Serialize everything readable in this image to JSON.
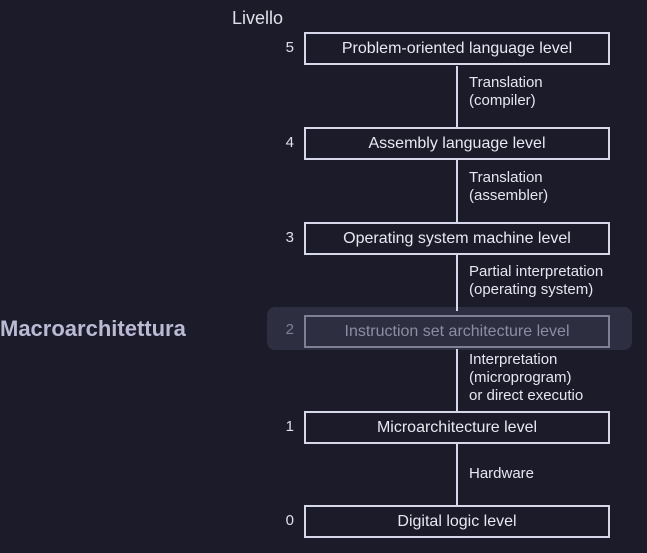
{
  "header": {
    "axis_label": "Livello"
  },
  "highlight": {
    "label": "Macroarchitettura",
    "level": "2"
  },
  "levels": [
    {
      "number": "5",
      "name": "Problem-oriented language level"
    },
    {
      "number": "4",
      "name": "Assembly language level"
    },
    {
      "number": "3",
      "name": "Operating system machine level"
    },
    {
      "number": "2",
      "name": "Instruction set architecture level"
    },
    {
      "number": "1",
      "name": "Microarchitecture level"
    },
    {
      "number": "0",
      "name": "Digital logic level"
    }
  ],
  "transitions": [
    {
      "text": "Translation\n(compiler)"
    },
    {
      "text": "Translation\n(assembler)"
    },
    {
      "text": "Partial interpretation\n(operating system)"
    },
    {
      "text": "Interpretation\n(microprogram)\nor direct executio"
    },
    {
      "text": "Hardware"
    }
  ]
}
